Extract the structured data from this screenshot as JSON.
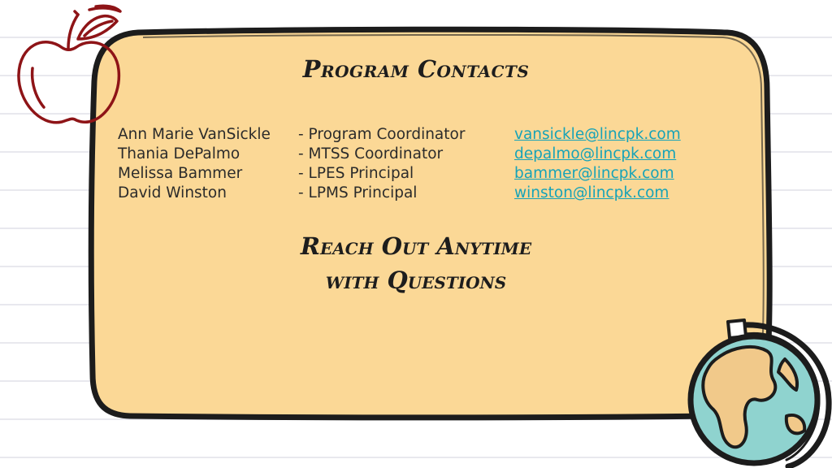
{
  "slide": {
    "title": "Program Contacts",
    "contacts": [
      {
        "name": "Ann Marie VanSickle",
        "role": "- Program Coordinator",
        "email": "vansickle@lincpk.com"
      },
      {
        "name": "Thania DePalmo",
        "role": "- MTSS Coordinator",
        "email": "depalmo@lincpk.com"
      },
      {
        "name": "Melissa Bammer",
        "role": "- LPES Principal",
        "email": "bammer@lincpk.com"
      },
      {
        "name": "David Winston",
        "role": "- LPMS Principal",
        "email": "winston@lincpk.com"
      }
    ],
    "tagline_line1": "Reach Out Anytime",
    "tagline_line2": "with Questions"
  },
  "colors": {
    "card_fill": "#fbd896",
    "card_border": "#1c1c1c",
    "link": "#16a3b8",
    "apple_stroke": "#8e1417",
    "globe_ocean": "#8fd3cf",
    "globe_land": "#f1c98a"
  },
  "icons": {
    "apple": "apple-icon",
    "globe": "globe-icon"
  }
}
